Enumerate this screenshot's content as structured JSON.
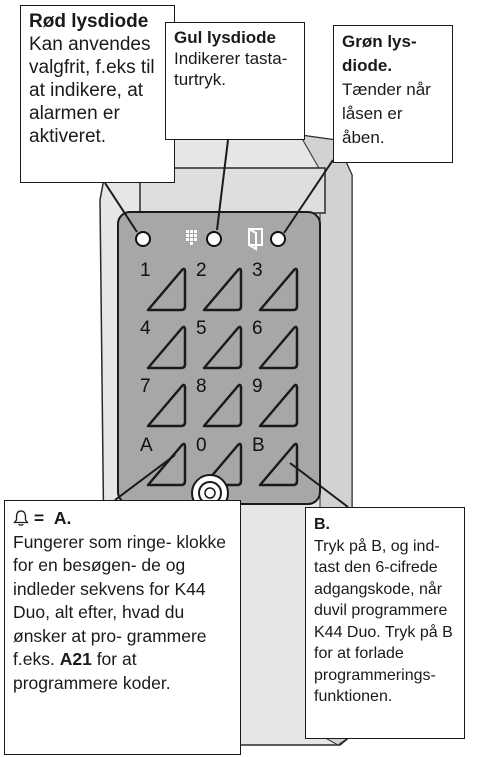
{
  "callouts": {
    "red": {
      "title": "Rød lysdiode",
      "body": "Kan anvendes valgfrit, f.eks til at indikere, at alarmen er aktiveret."
    },
    "yellow": {
      "title": "Gul lysdiode",
      "body": "Indikerer tasta- turtryk."
    },
    "green": {
      "title": "Grøn lys- diode.",
      "body": "Tænder når låsen er åben."
    },
    "a": {
      "symbol_suffix": " =",
      "title": "A.",
      "body_1": "Fungerer som ringe- klokke for en besøgen- de og indleder sekvens for K44 Duo, alt efter, hvad du ønsker at pro- grammere f.eks.",
      "body_code": "A21",
      "body_2": "for at programmere koder."
    },
    "b": {
      "title": "B.",
      "body": "Tryk på B, og ind- tast den 6-cifrede adgangskode, når duvil programmere K44 Duo. Tryk på B for at forlade programmerings- funktionen."
    }
  },
  "keypad": {
    "keys": [
      "1",
      "2",
      "3",
      "4",
      "5",
      "6",
      "7",
      "8",
      "9",
      "A",
      "0",
      "B"
    ]
  },
  "colors": {
    "housing": "#e4e4e4",
    "panel": "#a7a7a7",
    "outline": "#1a1a1a",
    "led_ring": "#ffffff"
  },
  "icons": {
    "keypad_indicator": "grid-dots-icon",
    "lock_indicator": "door-icon",
    "bell": "bell-icon"
  }
}
